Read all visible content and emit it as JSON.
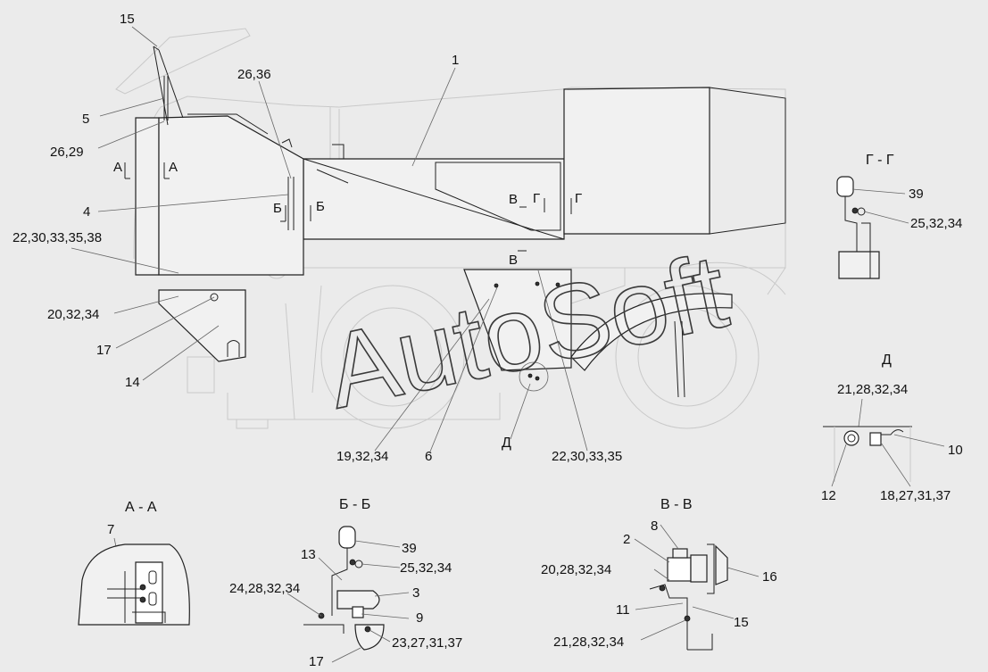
{
  "watermark": "AutoSoft",
  "callouts": {
    "c1": "1",
    "c15": "15",
    "c5": "5",
    "c26_29": "26,29",
    "c26_36": "26,36",
    "c4": "4",
    "c22_30_33_35_38": "22,30,33,35,38",
    "c20_32_34": "20,32,34",
    "c17": "17",
    "c14": "14",
    "c19_32_34": "19,32,34",
    "c6": "6",
    "c22_30_33_35": "22,30,33,35",
    "sec_a_left": "А",
    "sec_a_right": "А",
    "sec_b_left": "Б",
    "sec_b_right": "Б",
    "sec_v_top": "В",
    "sec_v_bottom": "В",
    "sec_g_left": "Г",
    "sec_g_right": "Г",
    "sec_d_mark": "Д"
  },
  "view_g": {
    "title": "Г - Г",
    "l39": "39",
    "l25": "25,32,34"
  },
  "view_d": {
    "title": "Д",
    "l21": "21,28,32,34",
    "l10": "10",
    "l12": "12",
    "l18": "18,27,31,37"
  },
  "view_a": {
    "title": "А - А",
    "l7": "7"
  },
  "view_b": {
    "title": "Б - Б",
    "l39": "39",
    "l13": "13",
    "l25": "25,32,34",
    "l24": "24,28,32,34",
    "l3": "3",
    "l9": "9",
    "l23": "23,27,31,37",
    "l17": "17"
  },
  "view_v": {
    "title": "В - В",
    "l8": "8",
    "l2": "2",
    "l20": "20,28,32,34",
    "l16": "16",
    "l11": "11",
    "l15": "15",
    "l21": "21,28,32,34"
  }
}
